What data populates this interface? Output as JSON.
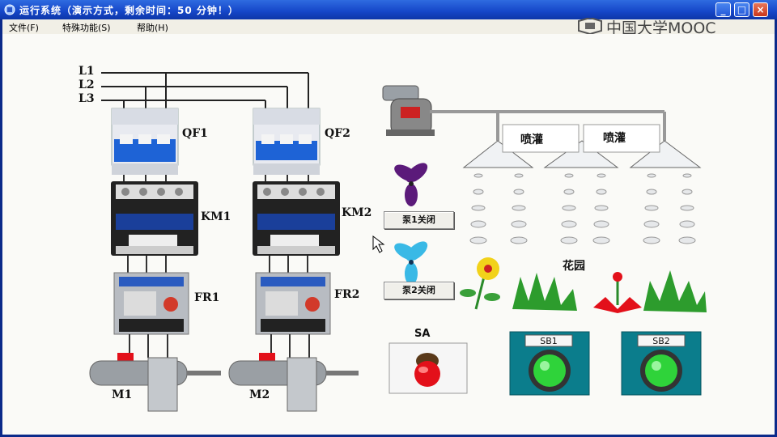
{
  "window": {
    "title": "运行系统（演示方式，剩余时间：50 分钟！）",
    "minimize_glyph": "_",
    "maximize_glyph": "□",
    "close_glyph": "×"
  },
  "menu": {
    "items": [
      "文件(F)",
      "特殊功能(S)",
      "帮助(H)"
    ]
  },
  "watermark": {
    "text": "中国大学MOOC"
  },
  "circuit": {
    "lines": [
      "L1",
      "L2",
      "L3"
    ],
    "breakers": [
      "QF1",
      "QF2"
    ],
    "contactors": [
      "KM1",
      "KM2"
    ],
    "relays": [
      "FR1",
      "FR2"
    ],
    "motors": [
      "M1",
      "M2"
    ]
  },
  "irrigation": {
    "sprinklers": [
      "喷灌",
      "喷灌"
    ],
    "garden_label": "花园"
  },
  "buttons": {
    "pump1": "泵1关闭",
    "pump2": "泵2关闭"
  },
  "panels": {
    "sa": "SA",
    "sb1": "SB1",
    "sb2": "SB2"
  },
  "colors": {
    "titlebar": "#1546c8",
    "breaker_blue": "#1e63d6",
    "indicator_red": "#e3101a",
    "button_green": "#2fd33a",
    "panel_teal": "#0b7d8c",
    "fan_purple": "#5b1a7a",
    "fan_cyan": "#39b9e6"
  }
}
